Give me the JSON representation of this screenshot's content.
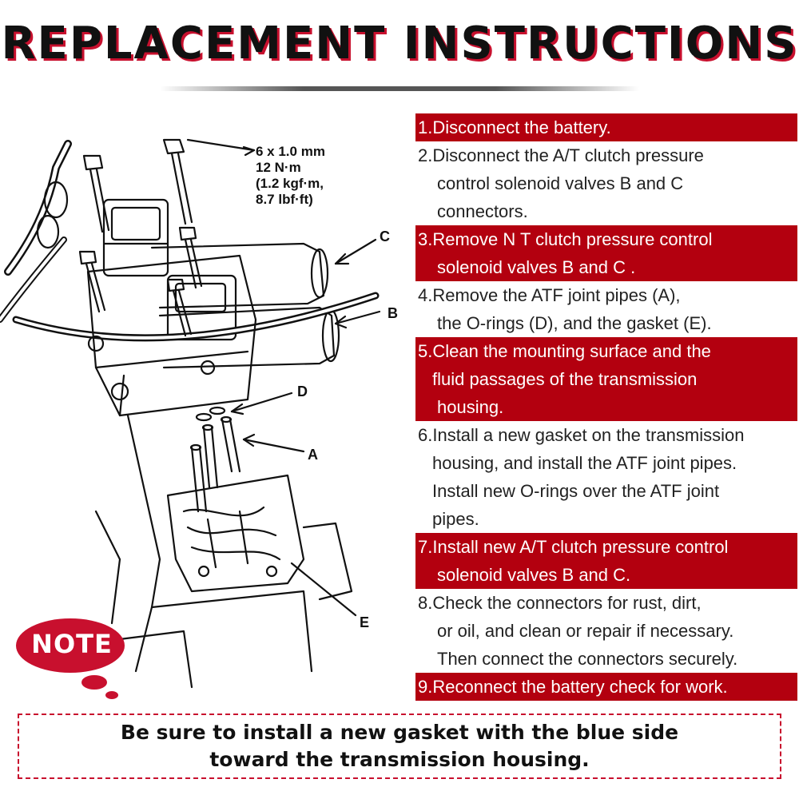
{
  "header": {
    "title": "REPLACEMENT INSTRUCTIONS"
  },
  "diagram": {
    "spec_lines": [
      "6 x 1.0 mm",
      "12 N·m",
      "(1.2 kgf·m,",
      "8.7 lbf·ft)"
    ],
    "callouts": {
      "a": "A",
      "b": "B",
      "c": "C",
      "d": "D",
      "e": "E"
    }
  },
  "steps": [
    {
      "highlight": true,
      "lines": [
        "1.Disconnect the battery."
      ]
    },
    {
      "highlight": false,
      "lines": [
        "2.Disconnect the A/T clutch pressure",
        "control solenoid valves B and C",
        "connectors."
      ]
    },
    {
      "highlight": true,
      "lines": [
        "3.Remove N T clutch pressure control",
        "solenoid valves B and C ."
      ]
    },
    {
      "highlight": false,
      "lines": [
        "4.Remove the ATF joint pipes (A),",
        "the O-rings (D), and the gasket (E)."
      ]
    },
    {
      "highlight": true,
      "lines": [
        "5.Clean the mounting surface and the",
        "fluid passages of the transmission",
        "housing."
      ]
    },
    {
      "highlight": false,
      "lines": [
        "6.Install a new gasket on the transmission",
        "housing, and install the ATF joint pipes.",
        "Install new O-rings over the ATF joint",
        "pipes."
      ]
    },
    {
      "highlight": true,
      "lines": [
        "7.Install new A/T clutch pressure control",
        "solenoid valves B and C."
      ]
    },
    {
      "highlight": false,
      "lines": [
        "8.Check the connectors for rust, dirt,",
        "or oil, and clean or repair if necessary.",
        "Then connect the connectors securely."
      ]
    },
    {
      "highlight": true,
      "lines": [
        "9.Reconnect the battery check for work."
      ]
    }
  ],
  "note": {
    "badge": "NOTE",
    "lines": [
      "Be sure to install a new gasket with the blue side",
      "toward the transmission housing."
    ]
  },
  "colors": {
    "accent": "#b3000f",
    "text": "#222222"
  }
}
